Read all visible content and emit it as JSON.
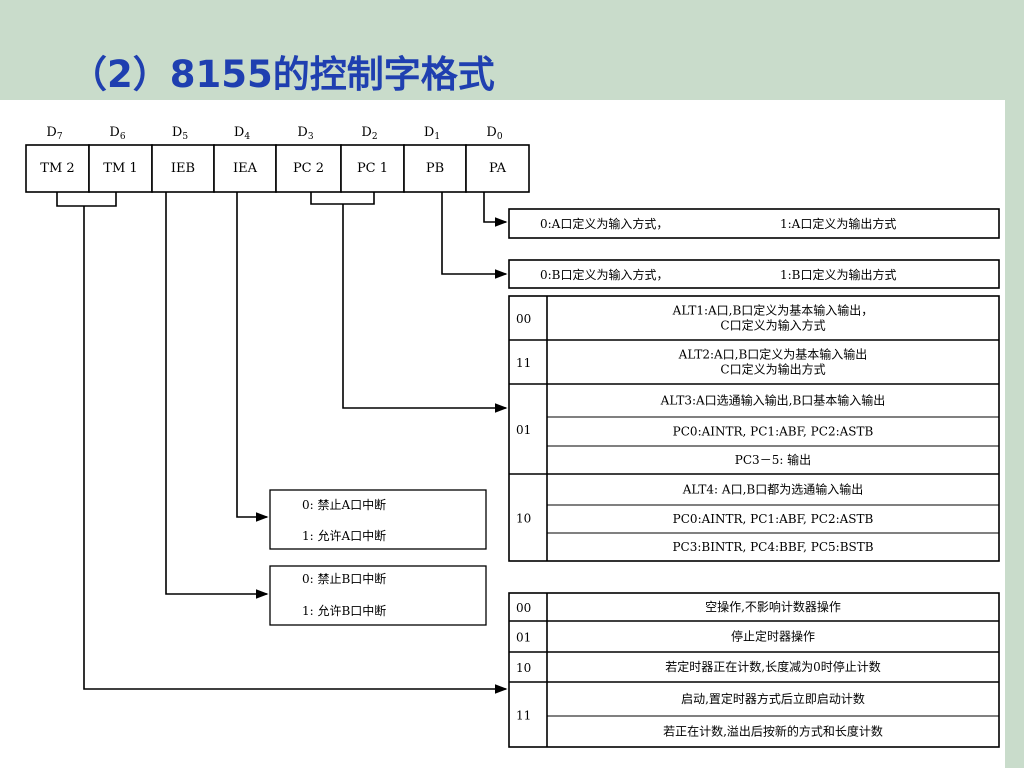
{
  "title": "（2）8155的控制字格式",
  "bits": [
    {
      "sub": "D",
      "idx": "7",
      "field": "TM 2"
    },
    {
      "sub": "D",
      "idx": "6",
      "field": "TM 1"
    },
    {
      "sub": "D",
      "idx": "5",
      "field": "IEB"
    },
    {
      "sub": "D",
      "idx": "4",
      "field": "IEA"
    },
    {
      "sub": "D",
      "idx": "3",
      "field": "PC 2"
    },
    {
      "sub": "D",
      "idx": "2",
      "field": "PC 1"
    },
    {
      "sub": "D",
      "idx": "1",
      "field": "PB"
    },
    {
      "sub": "D",
      "idx": "0",
      "field": "PA"
    }
  ],
  "pa_box": {
    "left": "0:A口定义为输入方式，",
    "right": "1:A口定义为输出方式"
  },
  "pb_box": {
    "left": "0:B口定义为输入方式，",
    "right": "1:B口定义为输出方式"
  },
  "pc_table": {
    "groups": [
      {
        "code": "00",
        "rows": [
          [
            "ALT1:A口,B口定义为基本输入输出，",
            "C口定义为输入方式"
          ]
        ]
      },
      {
        "code": "11",
        "rows": [
          [
            "ALT2:A口,B口定义为基本输入输出",
            "C口定义为输出方式"
          ]
        ]
      },
      {
        "code": "01",
        "rows": [
          [
            "ALT3:A口选通输入输出,B口基本输入输出"
          ],
          [
            "PC0:AINTR, PC1:ABF, PC2:ASTB"
          ],
          [
            "PC3－5: 输出"
          ]
        ]
      },
      {
        "code": "10",
        "rows": [
          [
            "ALT4: A口,B口都为选通输入输出"
          ],
          [
            "PC0:AINTR, PC1:ABF, PC2:ASTB"
          ],
          [
            "PC3:BINTR, PC4:BBF, PC5:BSTB"
          ]
        ]
      }
    ]
  },
  "iea_box": {
    "line0": "0: 禁止A口中断",
    "line1": "1: 允许A口中断"
  },
  "ieb_box": {
    "line0": "0: 禁止B口中断",
    "line1": "1: 允许B口中断"
  },
  "tm_table": {
    "groups": [
      {
        "code": "00",
        "rows": [
          "空操作,不影响计数器操作"
        ]
      },
      {
        "code": "01",
        "rows": [
          "停止定时器操作"
        ]
      },
      {
        "code": "10",
        "rows": [
          "若定时器正在计数,长度减为0时停止计数"
        ]
      },
      {
        "code": "11",
        "rows": [
          "启动,置定时器方式后立即启动计数",
          "若正在计数,溢出后按新的方式和长度计数"
        ]
      }
    ]
  }
}
